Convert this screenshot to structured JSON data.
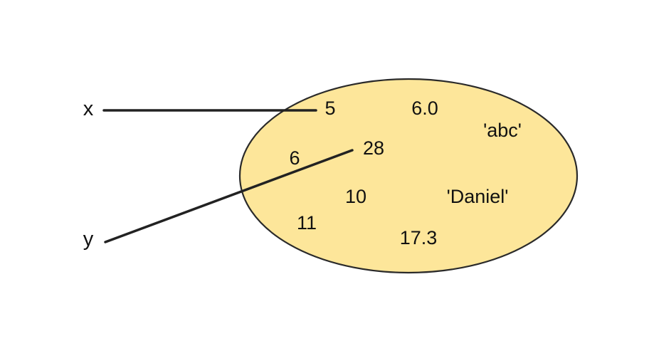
{
  "diagram": {
    "colors": {
      "set_fill": "#fde69a",
      "set_stroke": "#2a2a2a",
      "line": "#222222",
      "text": "#111111"
    },
    "variables": [
      {
        "name": "x",
        "points_to": "5"
      },
      {
        "name": "y",
        "points_to": "28"
      }
    ],
    "values": [
      "5",
      "6.0",
      "'abc'",
      "28",
      "6",
      "10",
      "'Daniel'",
      "11",
      "17.3"
    ]
  }
}
